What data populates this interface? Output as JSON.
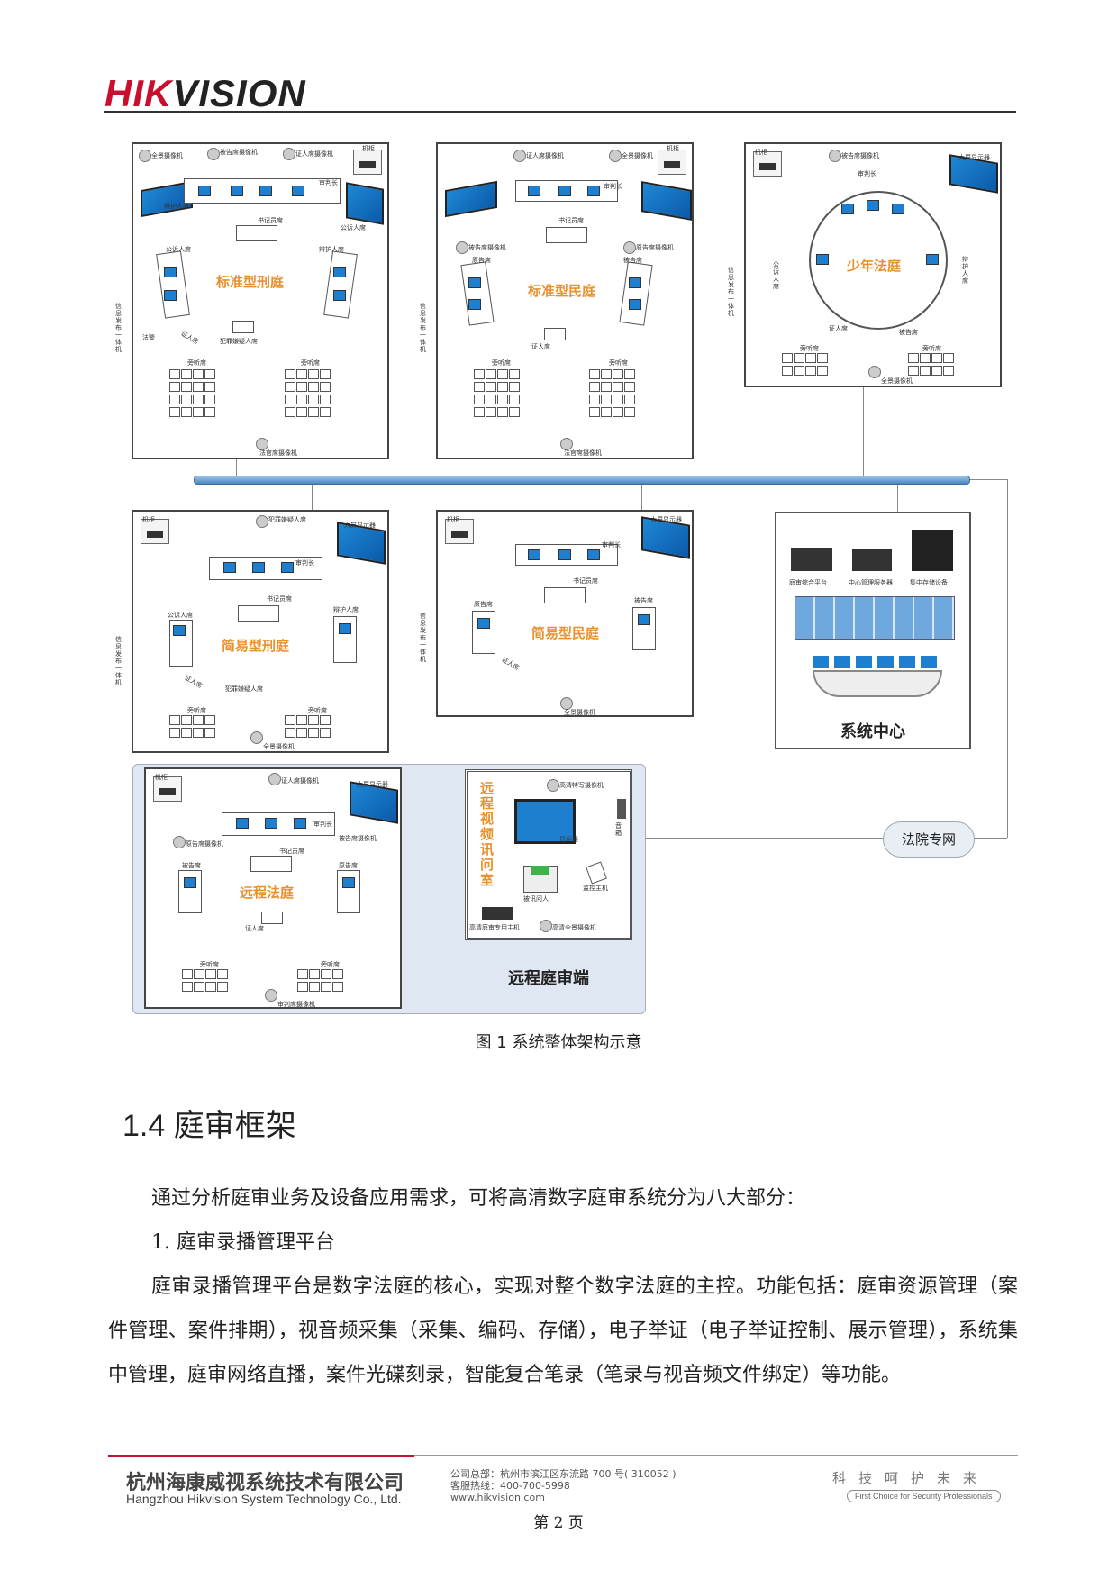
{
  "header": {
    "logo_red": "HIK",
    "logo_black": "VISION"
  },
  "diagram": {
    "rooms": {
      "standard_criminal": "标准型刑庭",
      "standard_civil": "标准型民庭",
      "juvenile": "少年法庭",
      "simple_criminal": "简易型刑庭",
      "simple_civil": "简易型民庭",
      "remote_court": "远程法庭",
      "remote_interrogation": "远程视频讯问室",
      "system_center": "系统中心",
      "remote_end": "远程庭审端"
    },
    "labels": {
      "panorama_cam": "全景摄像机",
      "defendant_cam": "被告席摄像机",
      "witness_cam": "证人席摄像机",
      "cabinet": "机柜",
      "big_screen": "大屏显示器",
      "judge_seat": "审判长",
      "judge_cam": "法官席摄像机",
      "clerk_seat": "书记员席",
      "prosecutor_seat": "公诉人席",
      "defender_seat": "辩护人席",
      "witness_seat": "证人席",
      "suspect_seat": "犯罪嫌疑人席",
      "bailiff": "法警",
      "audience": "旁听席",
      "info_kiosk": "信息发布一体机",
      "plaintiff_seat": "原告席",
      "defendant_seat": "被告席",
      "plaintiff_cam": "原告席摄像机",
      "presiding_cam": "审判席摄像机",
      "hd_cam": "高清特写摄像机",
      "display": "显示器",
      "speaker": "音箱",
      "interrogated": "被讯问人",
      "monitor_interpreter": "监控主机",
      "hd_host": "高清庭审专用主机",
      "hd_panorama": "高清全景摄像机",
      "court_net": "法院专网",
      "mgmt_platform": "庭审综合平台",
      "center_mgmt": "中心管理服务器",
      "storage": "集中存储设备"
    }
  },
  "caption": "图 1 系统整体架构示意",
  "section": {
    "title": "1.4 庭审框架"
  },
  "paragraphs": {
    "intro": "通过分析庭审业务及设备应用需求，可将高清数字庭审系统分为八大部分：",
    "item1": "1.   庭审录播管理平台",
    "body": "庭审录播管理平台是数字法庭的核心，实现对整个数字法庭的主控。功能包括：庭审资源管理（案件管理、案件排期），视音频采集（采集、编码、存储），电子举证（电子举证控制、展示管理），系统集中管理，庭审网络直播，案件光碟刻录，智能复合笔录（笔录与视音频文件绑定）等功能。"
  },
  "footer": {
    "company_zh": "杭州海康威视系统技术有限公司",
    "company_en": "Hangzhou Hikvision System Technology Co., Ltd.",
    "addr_line1": "公司总部：杭州市滨江区东流路 700 号( 310052 )",
    "addr_line2": "客服热线：400-700-5998",
    "addr_line3": "www.hikvision.com",
    "slogan": "科技呵护未来",
    "slogan_en": "First Choice for Security Professionals",
    "page": "第 2 页"
  }
}
